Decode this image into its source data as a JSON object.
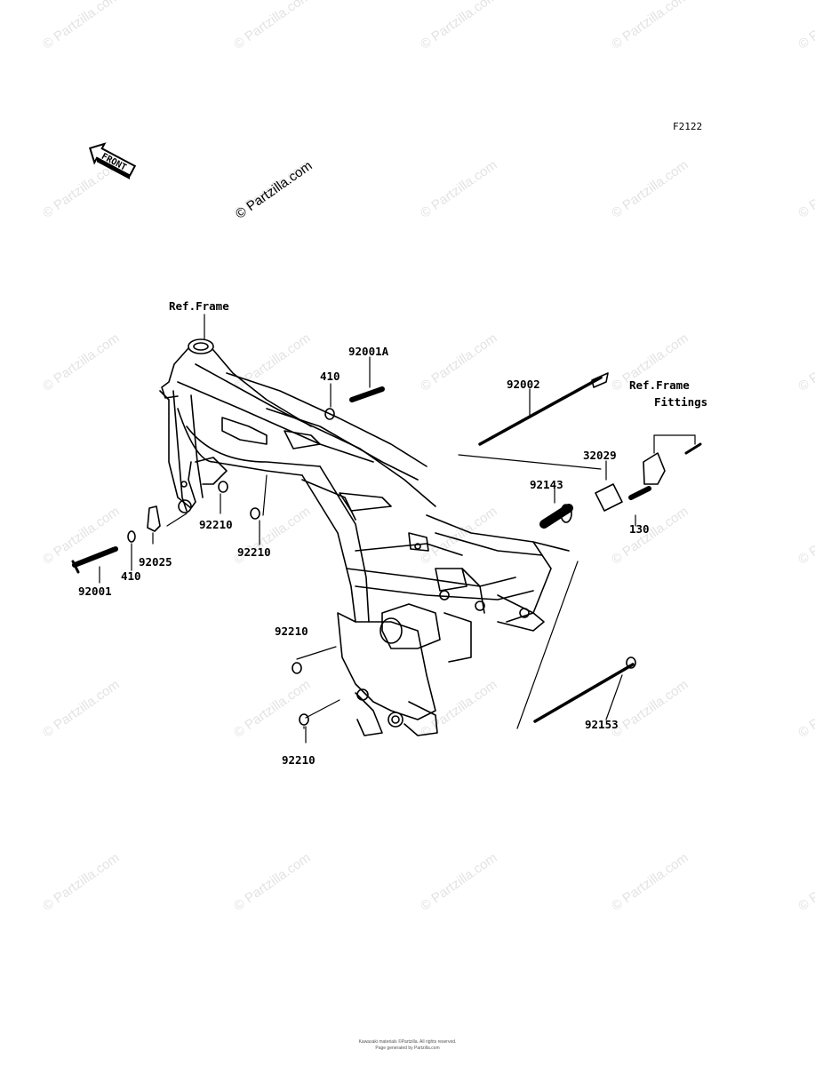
{
  "diagram": {
    "code": "F2122",
    "front_label": "FRONT",
    "watermark": "© Partzilla.com",
    "ref_labels": {
      "frame": "Ref.Frame",
      "frame_fittings_1": "Ref.Frame",
      "frame_fittings_2": "Fittings"
    },
    "parts": {
      "p92001A": "92001A",
      "p410_top": "410",
      "p92002": "92002",
      "p32029": "32029",
      "p92143": "92143",
      "p130": "130",
      "p92210_a": "92210",
      "p92210_b": "92210",
      "p92025": "92025",
      "p410_left": "410",
      "p92001": "92001",
      "p92210_c": "92210",
      "p92210_d": "92210",
      "p92153": "92153"
    },
    "footer_line1": "Kawasaki materials ©Partzilla. All rights reserved.",
    "footer_line2": "Page generated by Partzilla.com"
  }
}
